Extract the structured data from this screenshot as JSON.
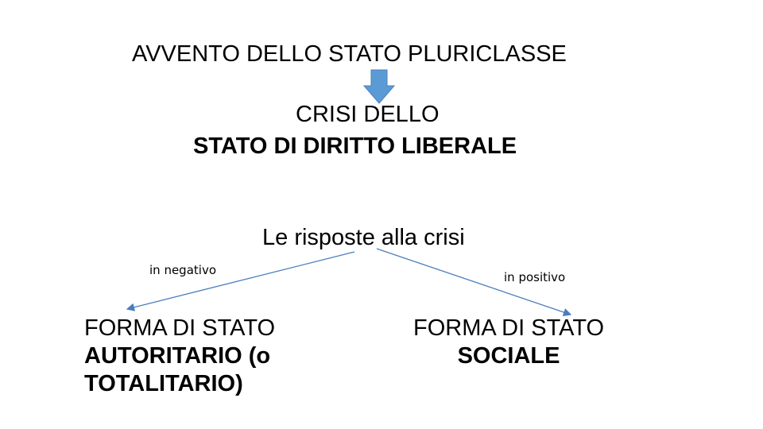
{
  "title": "AVVENTO DELLO STATO PLURICLASSE",
  "crisis": {
    "line1": "CRISI DELLO",
    "line2": "STATO DI DIRITTO LIBERALE"
  },
  "responses_label": "Le risposte alla crisi",
  "negative": {
    "label": "in negativo",
    "line1": "FORMA DI STATO",
    "line2": "AUTORITARIO (o",
    "line3": "TOTALITARIO)"
  },
  "positive": {
    "label": "in positivo",
    "line1": "FORMA DI STATO",
    "line2": "SOCIALE"
  },
  "colors": {
    "down_arrow": "#5b9bd5",
    "connector": "#4a7ebb"
  }
}
